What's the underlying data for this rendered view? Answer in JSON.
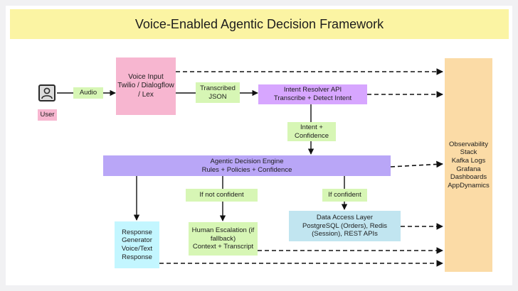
{
  "title": "Voice-Enabled Agentic Decision Framework",
  "nodes": {
    "user": "User",
    "voice_input": [
      "Voice Input",
      "Twilio / Dialogflow",
      "/ Lex"
    ],
    "intent_resolver": [
      "Intent Resolver API",
      "Transcribe + Detect Intent"
    ],
    "decision_engine": [
      "Agentic Decision Engine",
      "Rules + Policies + Confidence"
    ],
    "response_generator": [
      "Response",
      "Generator",
      "Voice/Text",
      "Response"
    ],
    "human_escalation": [
      "Human Escalation (if",
      "fallback)",
      "Context + Transcript"
    ],
    "data_access": [
      "Data Access Layer",
      "PostgreSQL (Orders), Redis",
      "(Session), REST APIs"
    ],
    "observability": [
      "Observability",
      "Stack",
      "Kafka Logs",
      "Grafana",
      "Dashboards",
      "AppDynamics"
    ]
  },
  "edge_labels": {
    "audio": "Audio",
    "transcribed_json": [
      "Transcribed",
      "JSON"
    ],
    "intent_confidence": [
      "Intent +",
      "Confidence"
    ],
    "if_not_confident": "If not confident",
    "if_confident": "If confident"
  },
  "colors": {
    "title_bg": "#fbf4a3",
    "user": "#f7b6d0",
    "voice_input": "#f7b6d0",
    "intent_resolver": "#d7a6ff",
    "decision_engine": "#b9a6f7",
    "edge_labels": "#d7f6b5",
    "response_generator": "#c3f6ff",
    "human_escalation": "#d7f6b5",
    "data_access": "#c1e5f0",
    "observability": "#fbdba6"
  },
  "icons": {
    "user": "user-avatar-icon"
  }
}
